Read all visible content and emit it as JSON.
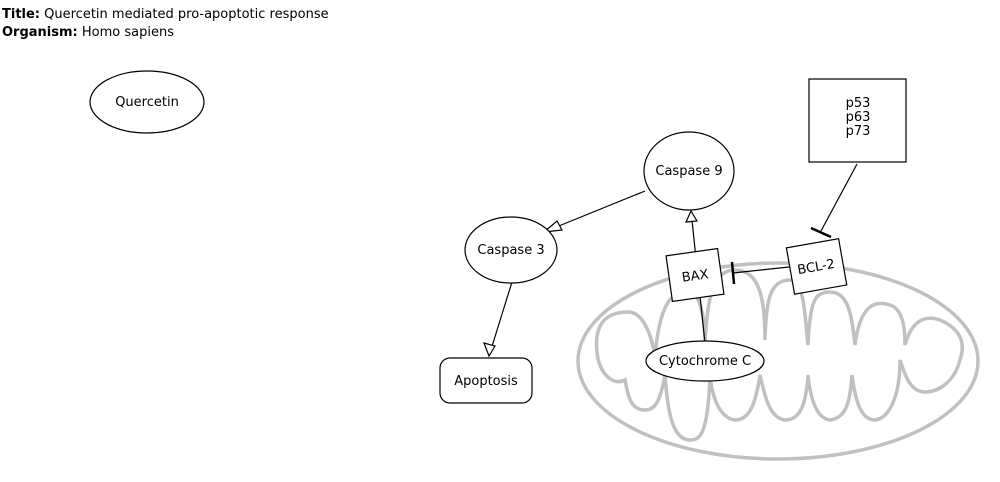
{
  "header": {
    "title_label": "Title:",
    "title": "Quercetin mediated pro-apoptotic response",
    "organism_label": "Organism:",
    "organism": "Homo sapiens"
  },
  "nodes": {
    "quercetin": "Quercetin",
    "caspase9": "Caspase 9",
    "caspase3": "Caspase 3",
    "apoptosis": "Apoptosis",
    "bax": "BAX",
    "bcl2": "BCL-2",
    "cytochrome_c": "Cytochrome C",
    "p53_group": [
      "p53",
      "p63",
      "p73"
    ]
  },
  "colors": {
    "stroke": "#000000",
    "mitochondrion": "#c0c0c0",
    "background": "#ffffff"
  }
}
